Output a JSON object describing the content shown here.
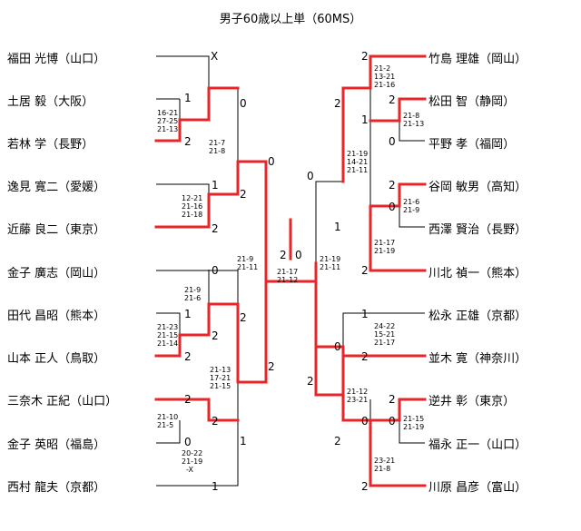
{
  "title": "男子60歳以上単（60MS）",
  "left_players": [
    "福田 光博（山口）",
    "土居 毅（大阪）",
    "若林 学（長野）",
    "逸見 寛二（愛媛）",
    "近藤 良二（東京）",
    "金子 廣志（岡山）",
    "田代 昌昭（熊本）",
    "山本 正人（鳥取）",
    "三奈木 正紀（山口）",
    "金子 英昭（福島）",
    "西村 龍夫（京都）"
  ],
  "right_players": [
    "竹島 理雄（岡山）",
    "松田 智（静岡）",
    "平野 孝（福岡）",
    "谷岡 敏男（高知）",
    "西澤 賢治（長野）",
    "川北 禎一（熊本）",
    "松永 正雄（京都）",
    "並木 寛（神奈川）",
    "逆井 彰（東京）",
    "福永 正一（山口）",
    "川原 昌彦（富山）"
  ],
  "results": {
    "r1_fukuda": "X",
    "r1_doi": "1",
    "r1_wakabayashi": "2",
    "r1_itsumi": "1",
    "r1_kondo": "2",
    "r1_kaneko_h": "0",
    "r1_tashiro": "1",
    "r1_yamamoto": "2",
    "r1_minagi": "2",
    "r1_kaneko_e": "0",
    "r1_nishimura": "1",
    "r2_left_a_top": "0",
    "r2_left_a_bot": "2",
    "r2_left_b_top": "2",
    "r2_left_b_mid": "2",
    "r2_left_b_bot": "1",
    "sf_left_top": "0",
    "sf_left_bot": "2",
    "final_left": "2",
    "final_right": "0",
    "r1_takeshima": "2",
    "r1_matsuda": "2",
    "r1_hirano": "0",
    "r1_matsuda_w": "1",
    "r1_tanioka": "2",
    "r1_nishizawa": "0",
    "r1_kawakita": "2",
    "r2_right_a_top": "2",
    "r2_right_a_bot": "1",
    "sf_right_top": "0",
    "sf_right_bot": "2",
    "r1_matsunaga": "1",
    "r1_namiki": "2",
    "r1_sakai": "2",
    "r1_fukunaga": "0",
    "r1_kawahara": "2",
    "r2_right_b_top": "0",
    "r2_right_b_mid": "2",
    "r2_right_b_sub": "0",
    "r2_right_b_bot": "2"
  },
  "scores": {
    "doi_waka": [
      "16-21",
      "27-25",
      "21-13"
    ],
    "qf_left_a": [
      "21-7",
      "21-8"
    ],
    "itsumi_kondo": [
      "12-21",
      "21-16",
      "21-18"
    ],
    "sf_left": [
      "21-9",
      "21-11"
    ],
    "tashiro_yamamoto_a": [
      "21-9",
      "21-6"
    ],
    "tashiro_yamamoto_b": [
      "21-23",
      "21-15",
      "21-14"
    ],
    "qf_left_b": [
      "21-13",
      "17-21",
      "21-15"
    ],
    "minagi_kaneko": [
      "21-10",
      "21-5"
    ],
    "kaneko_nishimura": [
      "20-22",
      "21-19",
      "-X"
    ],
    "final": [
      "21-17",
      "21-12"
    ],
    "takeshima": [
      "21-2",
      "13-21",
      "21-16"
    ],
    "matsuda_hirano": [
      "21-8",
      "21-13"
    ],
    "qf_right_a": [
      "21-19",
      "14-21",
      "21-11"
    ],
    "tanioka_nishizawa": [
      "21-6",
      "21-9"
    ],
    "tanioka_kawakita": [
      "21-17",
      "21-19"
    ],
    "sf_right": [
      "21-19",
      "21-11"
    ],
    "matsunaga_namiki": [
      "24-22",
      "15-21",
      "21-17"
    ],
    "qf_right_b": [
      "21-12",
      "23-21"
    ],
    "sakai_fukunaga": [
      "21-15",
      "21-19"
    ],
    "sakai_kawahara": [
      "23-21",
      "21-8"
    ]
  }
}
